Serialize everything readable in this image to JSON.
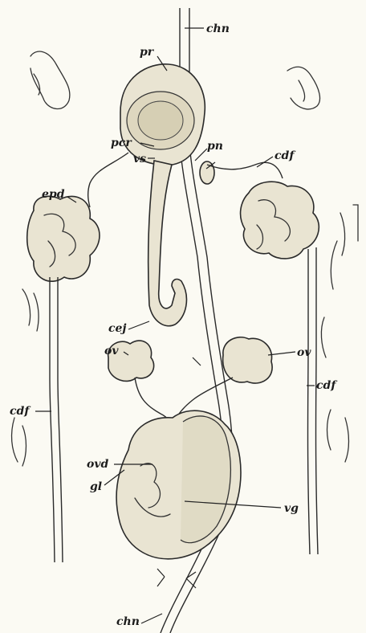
{
  "labels": {
    "chn_top": "chn",
    "pr": "pr",
    "pcr": "pcr",
    "vs": "vs",
    "pn": "pn",
    "cdf_right_top": "cdf",
    "epd": "epd",
    "cej": "cej",
    "ov_left": "ov",
    "ov_right": "ov",
    "cdf_right": "cdf",
    "cdf_left": "cdf",
    "ovd": "ovd",
    "gl": "gl",
    "vg": "vg",
    "chn_bottom": "chn"
  },
  "colors": {
    "background": "#fbfaf3",
    "ink": "#222222",
    "tissue": "#e9e4d2"
  }
}
